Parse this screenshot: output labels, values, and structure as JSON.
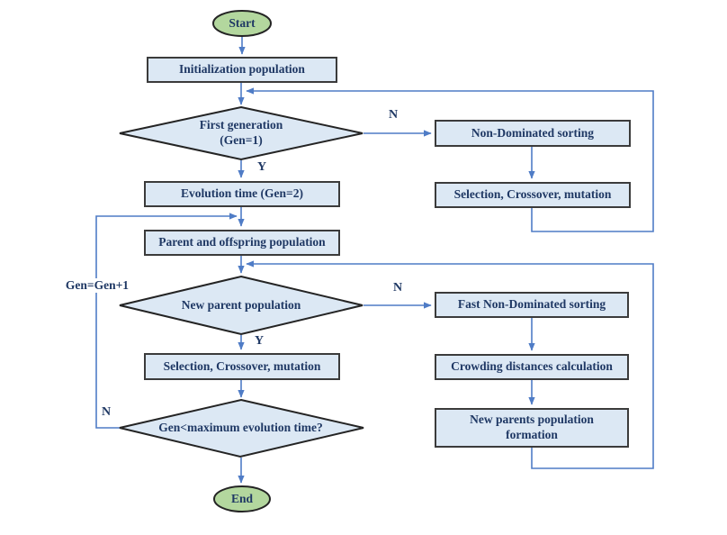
{
  "colors": {
    "node_fill": "#dce8f4",
    "box_border": "#3b3b3b",
    "shape_border": "#242424",
    "terminal_fill": "#b3d79e",
    "connector": "#4f7cc6",
    "text": "#1f3864"
  },
  "nodes": {
    "start": {
      "label": "Start"
    },
    "init": {
      "label": "Initialization population"
    },
    "first_gen": {
      "line1": "First generation",
      "line2": "(Gen=1)"
    },
    "evolution_time": {
      "label": "Evolution time (Gen=2)"
    },
    "non_dominated": {
      "label": "Non-Dominated sorting"
    },
    "scm_right": {
      "label": "Selection, Crossover, mutation"
    },
    "parent_offspring": {
      "label": "Parent and offspring population"
    },
    "new_parent": {
      "label": "New parent population"
    },
    "fast_nds": {
      "label": "Fast Non-Dominated sorting"
    },
    "crowding": {
      "label": "Crowding distances calculation"
    },
    "formation": {
      "line1": "New parents population",
      "line2": "formation"
    },
    "scm_left": {
      "label": "Selection, Crossover, mutation"
    },
    "gen_check": {
      "label": "Gen<maximum evolution time?"
    },
    "end": {
      "label": "End"
    }
  },
  "edge_labels": {
    "first_gen_no": "N",
    "first_gen_yes": "Y",
    "new_parent_no": "N",
    "new_parent_yes": "Y",
    "gen_check_no": "N",
    "gen_increment": "Gen=Gen+1"
  }
}
